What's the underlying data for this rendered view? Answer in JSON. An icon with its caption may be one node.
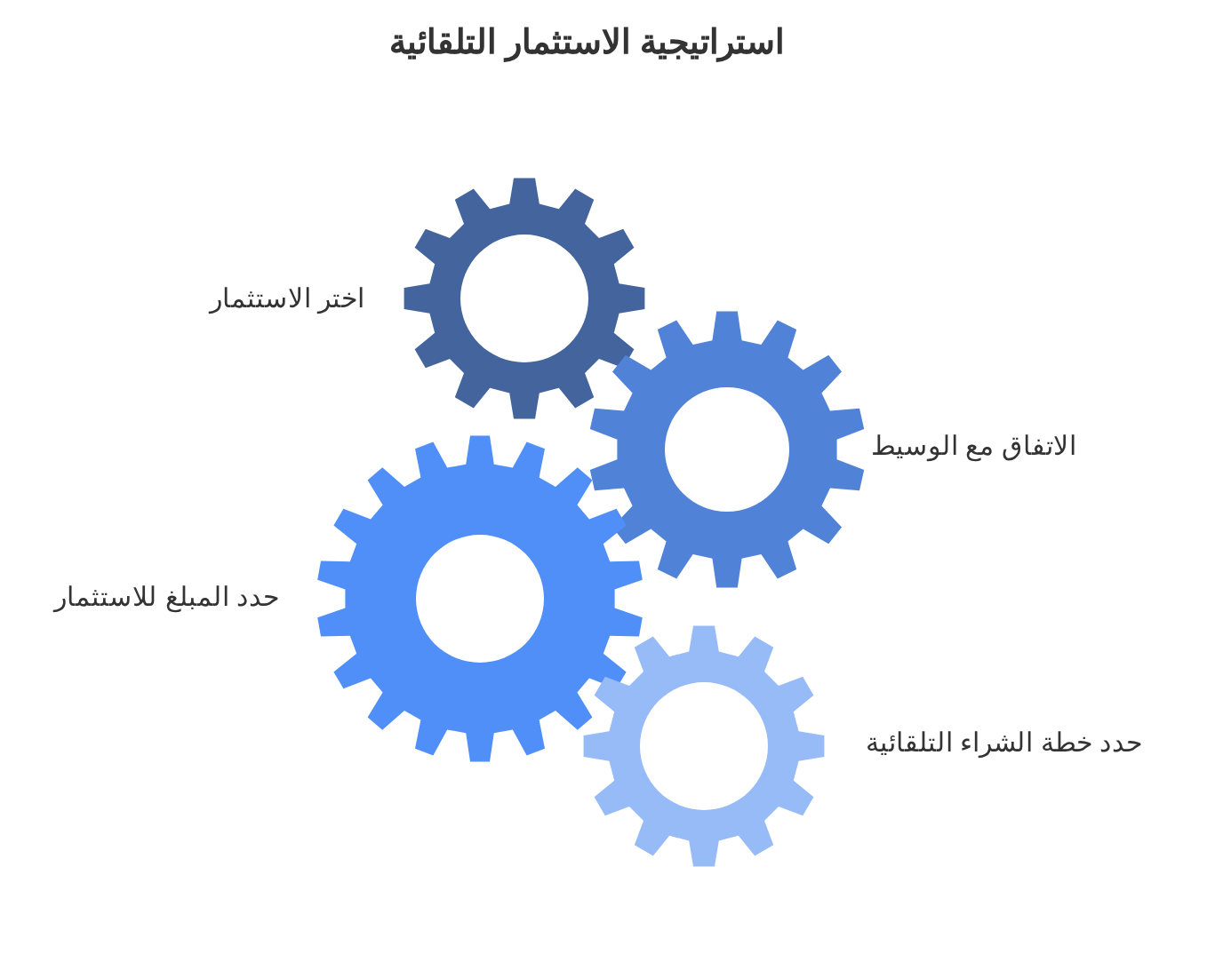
{
  "diagram": {
    "title": "استراتيجية الاستثمار التلقائية",
    "nodes": [
      {
        "text": [],
        "shape": "gear",
        "beside": [
          "اختر الاستثمار"
        ]
      },
      {
        "text": [],
        "shape": "gear",
        "beside": [
          "الاتفاق مع الوسيط"
        ]
      },
      {
        "text": [],
        "shape": "gear",
        "beside": [
          "حدد المبلغ للاستثمار"
        ]
      },
      {
        "text": [],
        "shape": "gear",
        "beside": [
          "حدد خطة الشراء التلقائية"
        ]
      }
    ],
    "edges": []
  }
}
